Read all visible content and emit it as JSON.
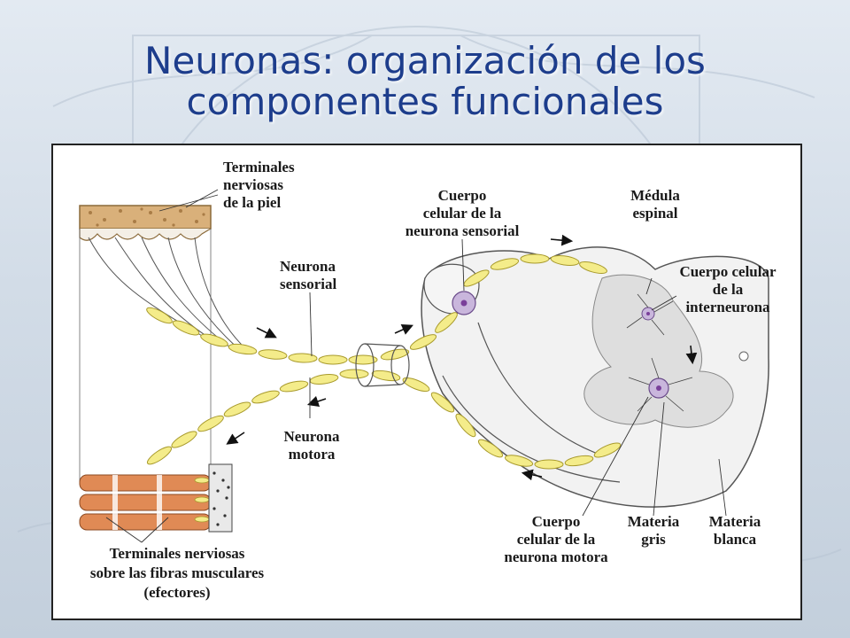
{
  "slide": {
    "title_line1": "Neuronas: organización de los",
    "title_line2": "componentes funcionales"
  },
  "colors": {
    "title": "#1d3d8c",
    "axon_fill": "#f4ec8a",
    "axon_stroke": "#a89a2c",
    "soma_fill": "#c9b6dc",
    "nucleus": "#7a3f9a",
    "skin": "#d9b07a",
    "muscle": "#e08a55",
    "gray_matter": "#dedede"
  },
  "diagram": {
    "labels": {
      "skin_terminals": [
        "Terminales",
        "nerviosas",
        "de la piel"
      ],
      "sensory_neuron": [
        "Neurona",
        "sensorial"
      ],
      "sensory_body": [
        "Cuerpo",
        "celular de la",
        "neurona sensorial"
      ],
      "spinal_cord": [
        "Médula",
        "espinal"
      ],
      "interneuron_body": [
        "Cuerpo celular",
        "de la",
        "interneurona"
      ],
      "motor_neuron": [
        "Neurona",
        "motora"
      ],
      "motor_body": [
        "Cuerpo",
        "celular de la",
        "neurona motora"
      ],
      "gray_matter": [
        "Materia",
        "gris"
      ],
      "white_matter": [
        "Materia",
        "blanca"
      ],
      "muscle_terminals": [
        "Terminales nerviosas",
        "sobre las fibras musculares",
        "(efectores)"
      ]
    }
  }
}
